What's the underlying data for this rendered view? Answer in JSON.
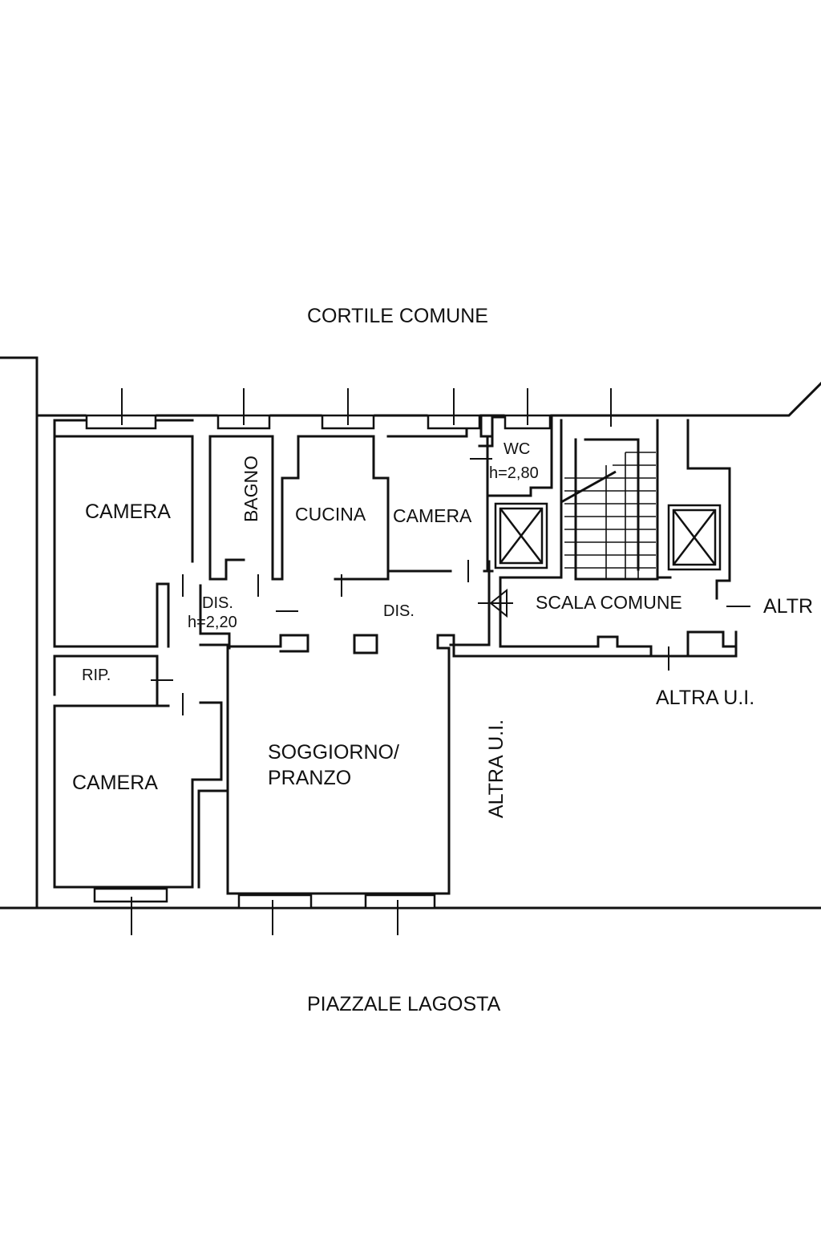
{
  "streets": {
    "top": "CORTILE COMUNE",
    "bottom": "PIAZZALE  LAGOSTA"
  },
  "rooms": {
    "camera_top_left": "CAMERA",
    "bagno": "BAGNO",
    "cucina": "CUCINA",
    "camera_top_middle": "CAMERA",
    "wc": "WC",
    "wc_height": "h=2,80",
    "dis_left": "DIS.",
    "dis_left_height": "h=2,20",
    "dis_center": "DIS.",
    "rip": "RIP.",
    "camera_bottom_left": "CAMERA",
    "soggiorno_line1": "SOGGIORNO/",
    "soggiorno_line2": "PRANZO",
    "scala_comune": "SCALA COMUNE"
  },
  "neighbors": {
    "right_edge": "ALTR",
    "below_stairs": "ALTRA U.I.",
    "vertical": "ALTRA U.I."
  },
  "colors": {
    "ink": "#111111",
    "background": "#ffffff"
  }
}
